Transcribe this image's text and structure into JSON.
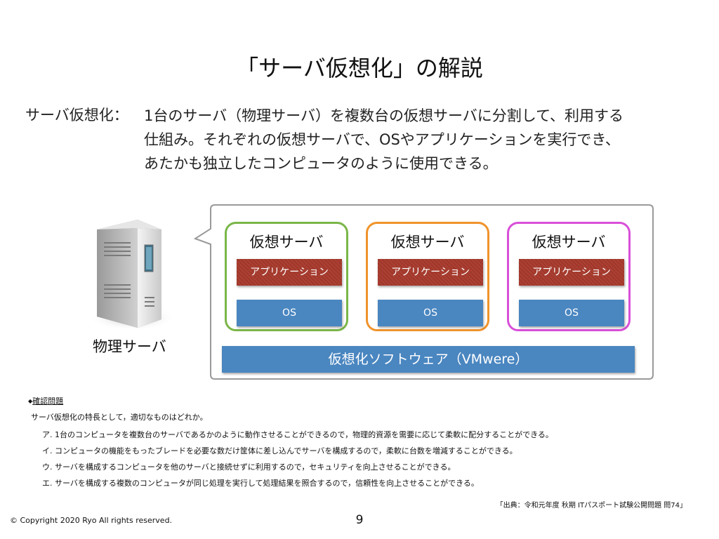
{
  "title": "「サーバ仮想化」の解説",
  "definition": {
    "label": "サーバ仮想化：",
    "lines": [
      "1台のサーバ（物理サーバ）を複数台の仮想サーバに分割して、利用する",
      "仕組み。それぞれの仮想サーバで、OSやアプリケーションを実行でき、",
      "あたかも独立したコンピュータのように使用できる。"
    ]
  },
  "diagram": {
    "physical_server_label": "物理サーバ",
    "physical_server_icon": "server-tower-icon",
    "virtual_servers": [
      {
        "title": "仮想サーバ",
        "app": "アプリケーション",
        "os": "OS",
        "border_color": "#7ab648"
      },
      {
        "title": "仮想サーバ",
        "app": "アプリケーション",
        "os": "OS",
        "border_color": "#f0932b"
      },
      {
        "title": "仮想サーバ",
        "app": "アプリケーション",
        "os": "OS",
        "border_color": "#d94fd9"
      }
    ],
    "virtualization_software": "仮想化ソフトウェア（VMwere）",
    "colors": {
      "app": "#a7392c",
      "os": "#4a86c0",
      "callout_border": "#9a9a9a"
    }
  },
  "quiz": {
    "heading_marker": "◆",
    "heading": "確認問題",
    "question": "サーバ仮想化の特長として，適切なものはどれか。",
    "choices": [
      "ア. 1台のコンピュータを複数台のサーバであるかのように動作させることができるので，物理的資源を需要に応じて柔軟に配分することができる。",
      "イ. コンピュータの機能をもったブレードを必要な数だけ筐体に差し込んでサーバを構成するので，柔軟に台数を増減することができる。",
      "ウ. サーバを構成するコンピュータを他のサーバと接続せずに利用するので，セキュリティを向上させることができる。",
      "エ. サーバを構成する複数のコンピュータが同じ処理を実行して処理結果を照合するので，信頼性を向上させることができる。"
    ],
    "source": "「出典：令和元年度 秋期 ITパスポート試験公開問題 問74」"
  },
  "footer": {
    "copyright": "© Copyright 2020 Ryo All rights reserved.",
    "page_number": "9"
  }
}
